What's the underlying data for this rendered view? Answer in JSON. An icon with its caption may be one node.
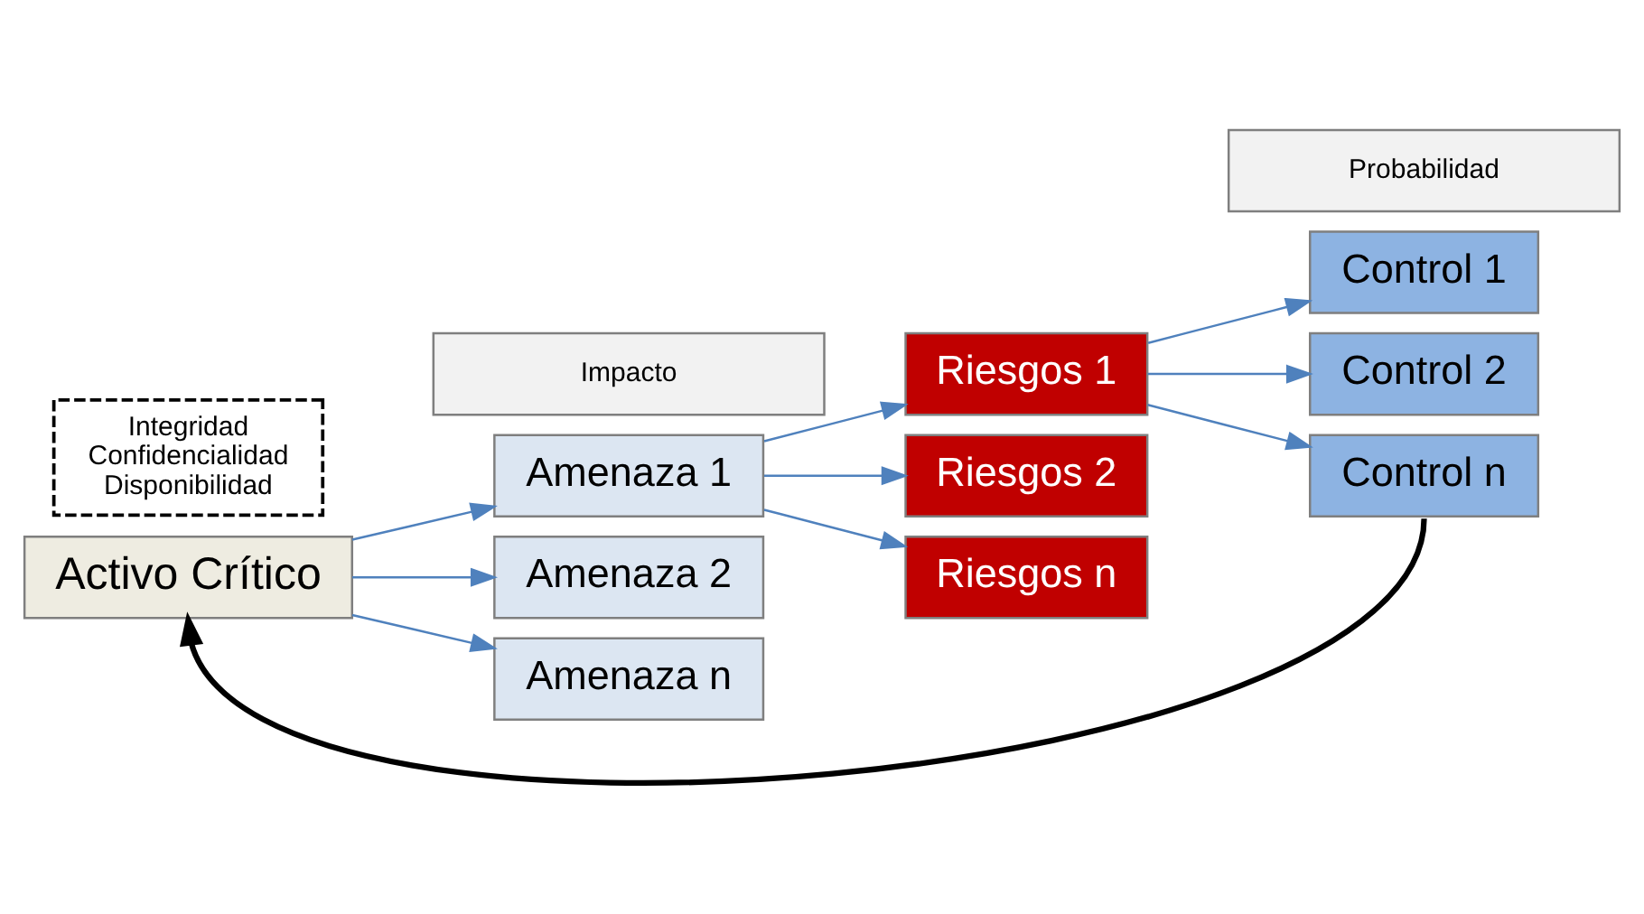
{
  "diagram": {
    "nodes": [
      {
        "text": [
          "Activo Crítico"
        ]
      },
      {
        "text": [
          "Integridad",
          "Confidencialidad",
          "Disponibilidad"
        ]
      },
      {
        "text": [
          "Amenaza 1"
        ]
      },
      {
        "text": [
          "Amenaza 2"
        ]
      },
      {
        "text": [
          "Amenaza n"
        ]
      },
      {
        "text": [
          "Impacto"
        ]
      },
      {
        "text": [
          "Riesgos 1"
        ]
      },
      {
        "text": [
          "Riesgos 2"
        ]
      },
      {
        "text": [
          "Riesgos n"
        ]
      },
      {
        "text": [
          "Control 1"
        ]
      },
      {
        "text": [
          "Control 2"
        ]
      },
      {
        "text": [
          "Control n"
        ]
      },
      {
        "text": [
          "Probabilidad"
        ]
      }
    ],
    "edges": [
      {
        "from": 0,
        "to": 2,
        "arrow": "to"
      },
      {
        "from": 0,
        "to": 3,
        "arrow": "to"
      },
      {
        "from": 0,
        "to": 4,
        "arrow": "to"
      },
      {
        "from": 2,
        "to": 6,
        "arrow": "to"
      },
      {
        "from": 2,
        "to": 7,
        "arrow": "to"
      },
      {
        "from": 2,
        "to": 8,
        "arrow": "to"
      },
      {
        "from": 6,
        "to": 9,
        "arrow": "to"
      },
      {
        "from": 6,
        "to": 10,
        "arrow": "to"
      },
      {
        "from": 6,
        "to": 11,
        "arrow": "to"
      },
      {
        "from": 11,
        "to": 0,
        "arrow": "to",
        "style": "thick",
        "color": "#000000"
      }
    ]
  }
}
